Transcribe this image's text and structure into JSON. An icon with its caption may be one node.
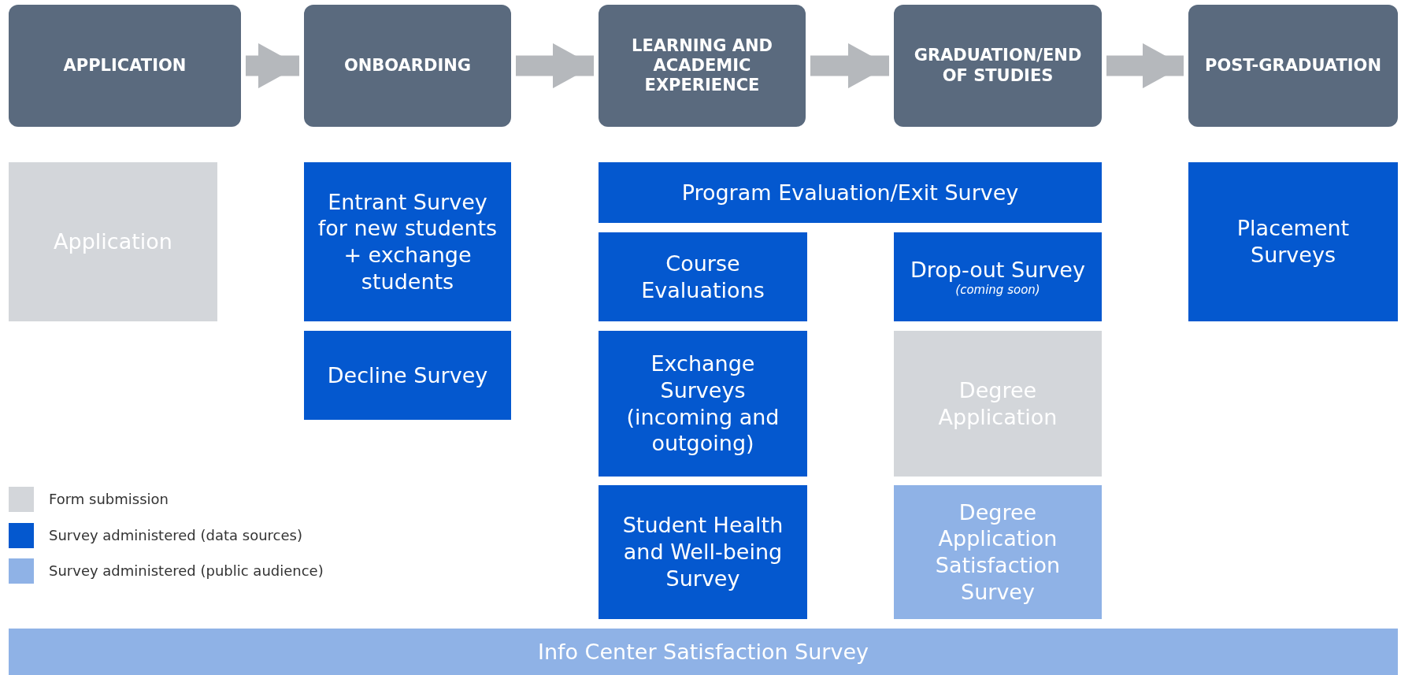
{
  "diagram": {
    "nodes": [
      {
        "text": [
          "APPLICATION"
        ]
      },
      {
        "text": [
          "ONBOARDING"
        ]
      },
      {
        "text": [
          "LEARNING AND ACADEMIC EXPERIENCE"
        ]
      },
      {
        "text": [
          "GRADUATION/END OF STUDIES"
        ]
      },
      {
        "text": [
          "POST-GRADUATION"
        ]
      },
      {
        "text": [
          "Application"
        ]
      },
      {
        "text": [
          "Entrant Survey for new students + exchange students"
        ]
      },
      {
        "text": [
          "Decline Survey"
        ]
      },
      {
        "text": [
          "Program Evaluation/Exit Survey"
        ]
      },
      {
        "text": [
          "Course Evaluations"
        ]
      },
      {
        "text": [
          "Drop-out Survey",
          "(coming soon)"
        ]
      },
      {
        "text": [
          "Placement Surveys"
        ]
      },
      {
        "text": [
          "Exchange Surveys (incoming and outgoing)"
        ]
      },
      {
        "text": [
          "Degree Application"
        ]
      },
      {
        "text": [
          "Student Health and Well-being Survey"
        ]
      },
      {
        "text": [
          "Degree Application Satisfaction Survey"
        ]
      },
      {
        "text": [
          "Info Center Satisfaction Survey"
        ]
      }
    ],
    "edges": [
      {
        "from": 0,
        "to": 1,
        "arrow": "to"
      },
      {
        "from": 1,
        "to": 2,
        "arrow": "to"
      },
      {
        "from": 2,
        "to": 3,
        "arrow": "to"
      },
      {
        "from": 3,
        "to": 4,
        "arrow": "to"
      }
    ],
    "legend": [
      {
        "text": "Form submission",
        "color": "#d3d6da"
      },
      {
        "text": "Survey administered (data sources)",
        "color": "#0458cf"
      },
      {
        "text": "Survey administered (public audience)",
        "color": "#8fb2e6"
      }
    ]
  }
}
